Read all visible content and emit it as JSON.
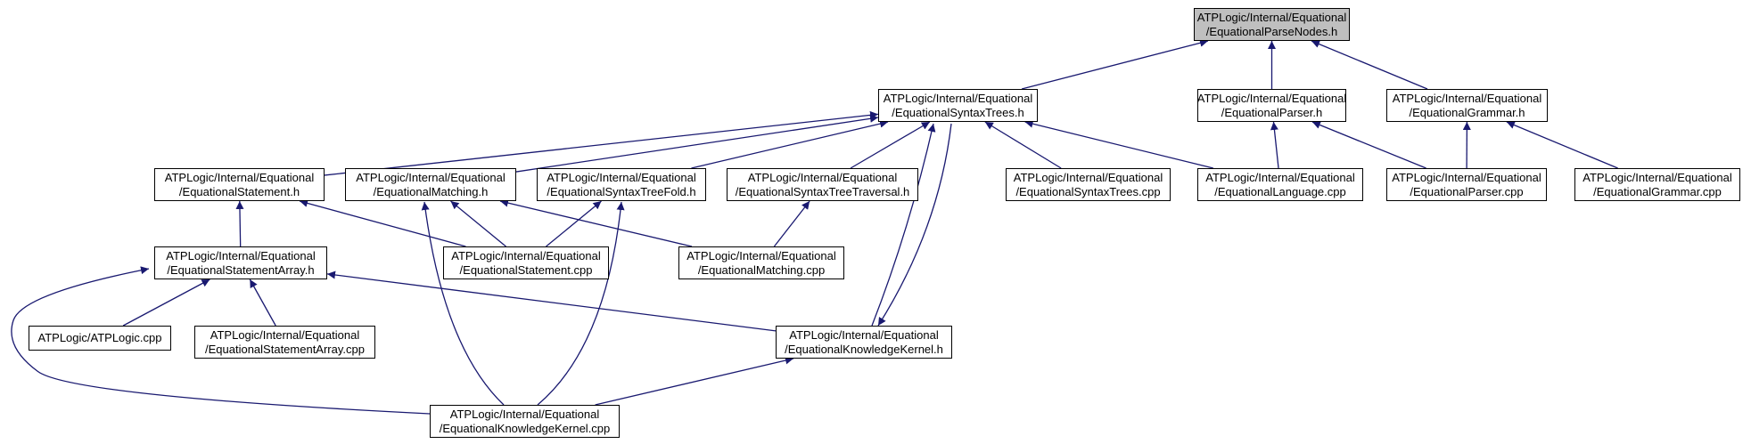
{
  "graph": {
    "colors": {
      "edge": "#191970",
      "highlight_fill": "#bfbfbf",
      "node_border": "#000000"
    },
    "nodes": [
      {
        "id": "parse_nodes_h",
        "lines": [
          "ATPLogic/Internal/Equational",
          "/EquationalParseNodes.h"
        ],
        "highlight": true
      },
      {
        "id": "syntax_trees_h",
        "lines": [
          "ATPLogic/Internal/Equational",
          "/EquationalSyntaxTrees.h"
        ]
      },
      {
        "id": "parser_h",
        "lines": [
          "ATPLogic/Internal/Equational",
          "/EquationalParser.h"
        ]
      },
      {
        "id": "grammar_h",
        "lines": [
          "ATPLogic/Internal/Equational",
          "/EquationalGrammar.h"
        ]
      },
      {
        "id": "statement_h",
        "lines": [
          "ATPLogic/Internal/Equational",
          "/EquationalStatement.h"
        ]
      },
      {
        "id": "matching_h",
        "lines": [
          "ATPLogic/Internal/Equational",
          "/EquationalMatching.h"
        ]
      },
      {
        "id": "fold_h",
        "lines": [
          "ATPLogic/Internal/Equational",
          "/EquationalSyntaxTreeFold.h"
        ]
      },
      {
        "id": "traversal_h",
        "lines": [
          "ATPLogic/Internal/Equational",
          "/EquationalSyntaxTreeTraversal.h"
        ]
      },
      {
        "id": "syntax_trees_cpp",
        "lines": [
          "ATPLogic/Internal/Equational",
          "/EquationalSyntaxTrees.cpp"
        ]
      },
      {
        "id": "language_cpp",
        "lines": [
          "ATPLogic/Internal/Equational",
          "/EquationalLanguage.cpp"
        ]
      },
      {
        "id": "parser_cpp",
        "lines": [
          "ATPLogic/Internal/Equational",
          "/EquationalParser.cpp"
        ]
      },
      {
        "id": "grammar_cpp",
        "lines": [
          "ATPLogic/Internal/Equational",
          "/EquationalGrammar.cpp"
        ]
      },
      {
        "id": "statement_array_h",
        "lines": [
          "ATPLogic/Internal/Equational",
          "/EquationalStatementArray.h"
        ]
      },
      {
        "id": "statement_cpp",
        "lines": [
          "ATPLogic/Internal/Equational",
          "/EquationalStatement.cpp"
        ]
      },
      {
        "id": "matching_cpp",
        "lines": [
          "ATPLogic/Internal/Equational",
          "/EquationalMatching.cpp"
        ]
      },
      {
        "id": "atplogic_cpp",
        "lines": [
          "ATPLogic/ATPLogic.cpp"
        ]
      },
      {
        "id": "statement_array_cpp",
        "lines": [
          "ATPLogic/Internal/Equational",
          "/EquationalStatementArray.cpp"
        ]
      },
      {
        "id": "kernel_h",
        "lines": [
          "ATPLogic/Internal/Equational",
          "/EquationalKnowledgeKernel.h"
        ]
      },
      {
        "id": "kernel_cpp",
        "lines": [
          "ATPLogic/Internal/Equational",
          "/EquationalKnowledgeKernel.cpp"
        ]
      }
    ],
    "edges": [
      {
        "from": "syntax_trees_h",
        "to": "parse_nodes_h"
      },
      {
        "from": "parser_h",
        "to": "parse_nodes_h"
      },
      {
        "from": "grammar_h",
        "to": "parse_nodes_h"
      },
      {
        "from": "statement_h",
        "to": "syntax_trees_h"
      },
      {
        "from": "matching_h",
        "to": "syntax_trees_h"
      },
      {
        "from": "fold_h",
        "to": "syntax_trees_h"
      },
      {
        "from": "traversal_h",
        "to": "syntax_trees_h"
      },
      {
        "from": "syntax_trees_cpp",
        "to": "syntax_trees_h"
      },
      {
        "from": "language_cpp",
        "to": "syntax_trees_h"
      },
      {
        "from": "kernel_h",
        "to": "syntax_trees_h"
      },
      {
        "from": "syntax_trees_h",
        "to": "kernel_h"
      },
      {
        "from": "language_cpp",
        "to": "parser_h"
      },
      {
        "from": "parser_cpp",
        "to": "parser_h"
      },
      {
        "from": "parser_cpp",
        "to": "grammar_h"
      },
      {
        "from": "grammar_cpp",
        "to": "grammar_h"
      },
      {
        "from": "statement_array_h",
        "to": "statement_h"
      },
      {
        "from": "statement_cpp",
        "to": "statement_h"
      },
      {
        "from": "statement_cpp",
        "to": "matching_h"
      },
      {
        "from": "matching_cpp",
        "to": "matching_h"
      },
      {
        "from": "kernel_cpp",
        "to": "matching_h"
      },
      {
        "from": "statement_cpp",
        "to": "fold_h"
      },
      {
        "from": "kernel_cpp",
        "to": "fold_h"
      },
      {
        "from": "matching_cpp",
        "to": "traversal_h"
      },
      {
        "from": "atplogic_cpp",
        "to": "statement_array_h"
      },
      {
        "from": "statement_array_cpp",
        "to": "statement_array_h"
      },
      {
        "from": "kernel_h",
        "to": "statement_array_h"
      },
      {
        "from": "kernel_cpp",
        "to": "statement_array_h"
      },
      {
        "from": "kernel_cpp",
        "to": "kernel_h"
      }
    ]
  }
}
